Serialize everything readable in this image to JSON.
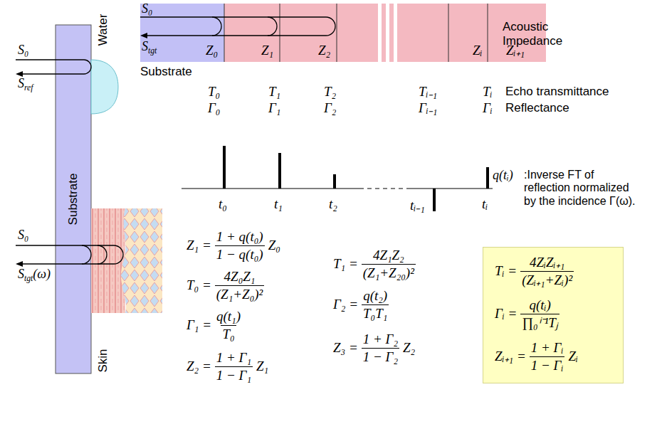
{
  "diagram": {
    "nodes": [
      {
        "text": [
          "Substrate"
        ]
      },
      {
        "text": [
          "Water"
        ]
      },
      {
        "text": [
          "Skin"
        ]
      },
      {
        "text": [
          "Z₀",
          "Substrate"
        ]
      },
      {
        "text": [
          "Z₁"
        ]
      },
      {
        "text": [
          "Z₂"
        ]
      },
      {
        "text": [
          "Zᵢ"
        ]
      },
      {
        "text": [
          "Zᵢ₊₁"
        ]
      },
      {
        "text": [
          "Tᵢ =",
          "4ZᵢZᵢ₊₁",
          "(Zᵢ₊₁+Zᵢ)²",
          "Γᵢ =",
          "q(tᵢ)",
          "∏₀ⁱ⁻¹Tⱼ",
          "Zᵢ₊₁ =",
          "1 + Γᵢ",
          "1 − Γᵢ",
          "Zᵢ"
        ]
      }
    ],
    "labels": [
      "S₀",
      "S",
      "tgt",
      "Acoustic Impedance",
      "T₀",
      "Γ₀",
      "T₁",
      "Γ₁",
      "T₂",
      "Γ₂",
      "Tᵢ₋₁",
      "Γᵢ₋₁",
      "Tᵢ",
      "Γᵢ",
      "Echo transmittance",
      "Reflectance",
      "q(tᵢ)",
      ":Inverse FT of reflection normalized by the incidence Γ(ω).",
      "t₀",
      "t₁",
      "t₂",
      "tᵢ₋₁",
      "tᵢ",
      "S₀",
      "S",
      "ref",
      "S₀",
      "S",
      "tgt",
      "(ω)",
      "Z₁ =",
      "1 + q(t₀)",
      "1 − q(t₀)",
      "Z₀",
      "T₀ =",
      "4Z₀Z₁",
      "(Z₁+Z₀)²",
      "Γ₁ =",
      "q(t₁)",
      "T₀",
      "Z₂ =",
      "1 + Γ₁",
      "1 − Γ₁",
      "Z₁",
      "T₁ =",
      "4Z₁Z₂",
      "(Z₁+Z₂₀)²",
      "Γ₂ =",
      "q(t₂)",
      "T₀T₁",
      "Z₃ =",
      "1 + Γ₂",
      "1 − Γ₂",
      "Z₂"
    ]
  }
}
